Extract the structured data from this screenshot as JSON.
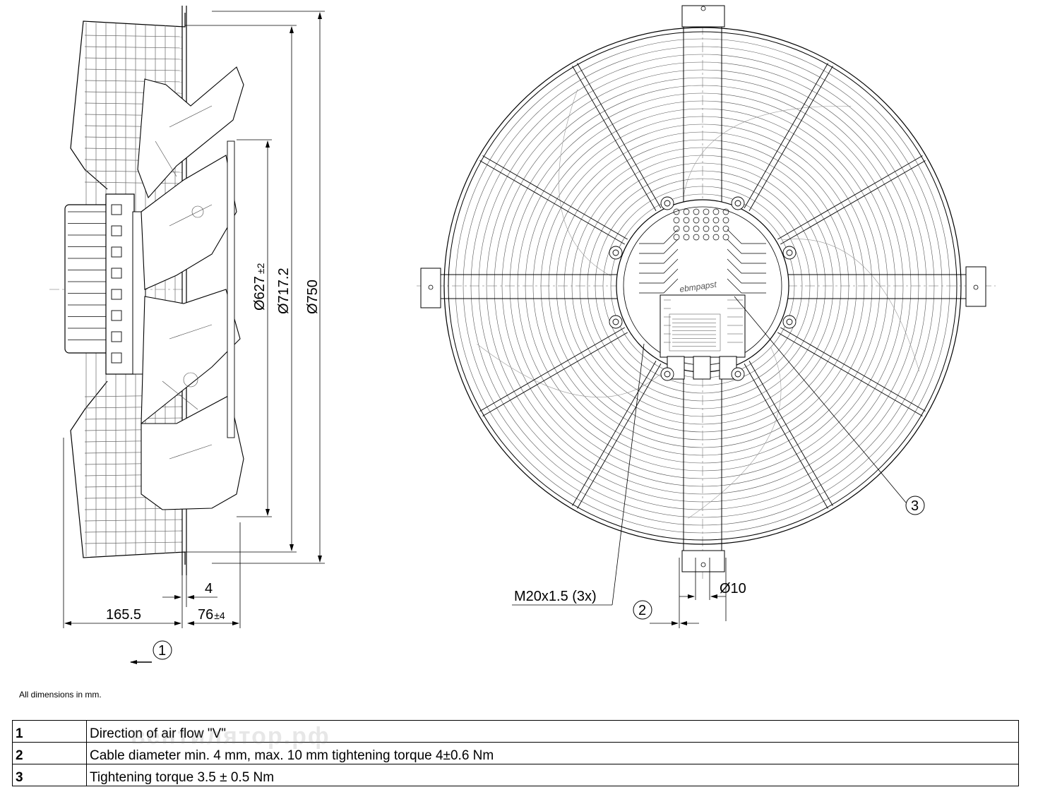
{
  "dimensions": {
    "d627": "Ø627",
    "d627_tol": "±2",
    "d717": "Ø717.2",
    "d750": "Ø750",
    "dim_4": "4",
    "dim_165": "165.5",
    "dim_76": "76",
    "dim_76_tol": "±4",
    "dim_d10": "Ø10",
    "thread": "M20x1.5 (3x)"
  },
  "callouts": {
    "c1": "1",
    "c2": "2",
    "c3": "3"
  },
  "brand_label": "ebmpapst",
  "note": "All dimensions in mm.",
  "legend": [
    {
      "num": "1",
      "text": "Direction of air flow \"V\""
    },
    {
      "num": "2",
      "text": "Cable diameter min. 4 mm, max. 10 mm tightening torque 4±0.6 Nm"
    },
    {
      "num": "3",
      "text": "Tightening torque 3.5 ± 0.5 Nm"
    }
  ],
  "watermark": "вентилятор.рф"
}
